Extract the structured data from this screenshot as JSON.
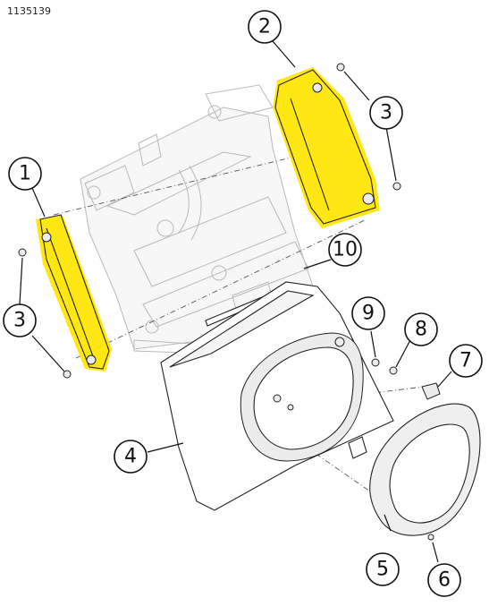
{
  "document_id": "1135139",
  "highlight_color": "#ffe500",
  "callouts": [
    {
      "id": "1",
      "label": "1"
    },
    {
      "id": "2",
      "label": "2"
    },
    {
      "id": "3a",
      "label": "3"
    },
    {
      "id": "3b",
      "label": "3"
    },
    {
      "id": "4",
      "label": "4"
    },
    {
      "id": "5",
      "label": "5"
    },
    {
      "id": "6",
      "label": "6"
    },
    {
      "id": "7",
      "label": "7"
    },
    {
      "id": "8",
      "label": "8"
    },
    {
      "id": "9",
      "label": "9"
    },
    {
      "id": "10",
      "label": "10"
    }
  ]
}
